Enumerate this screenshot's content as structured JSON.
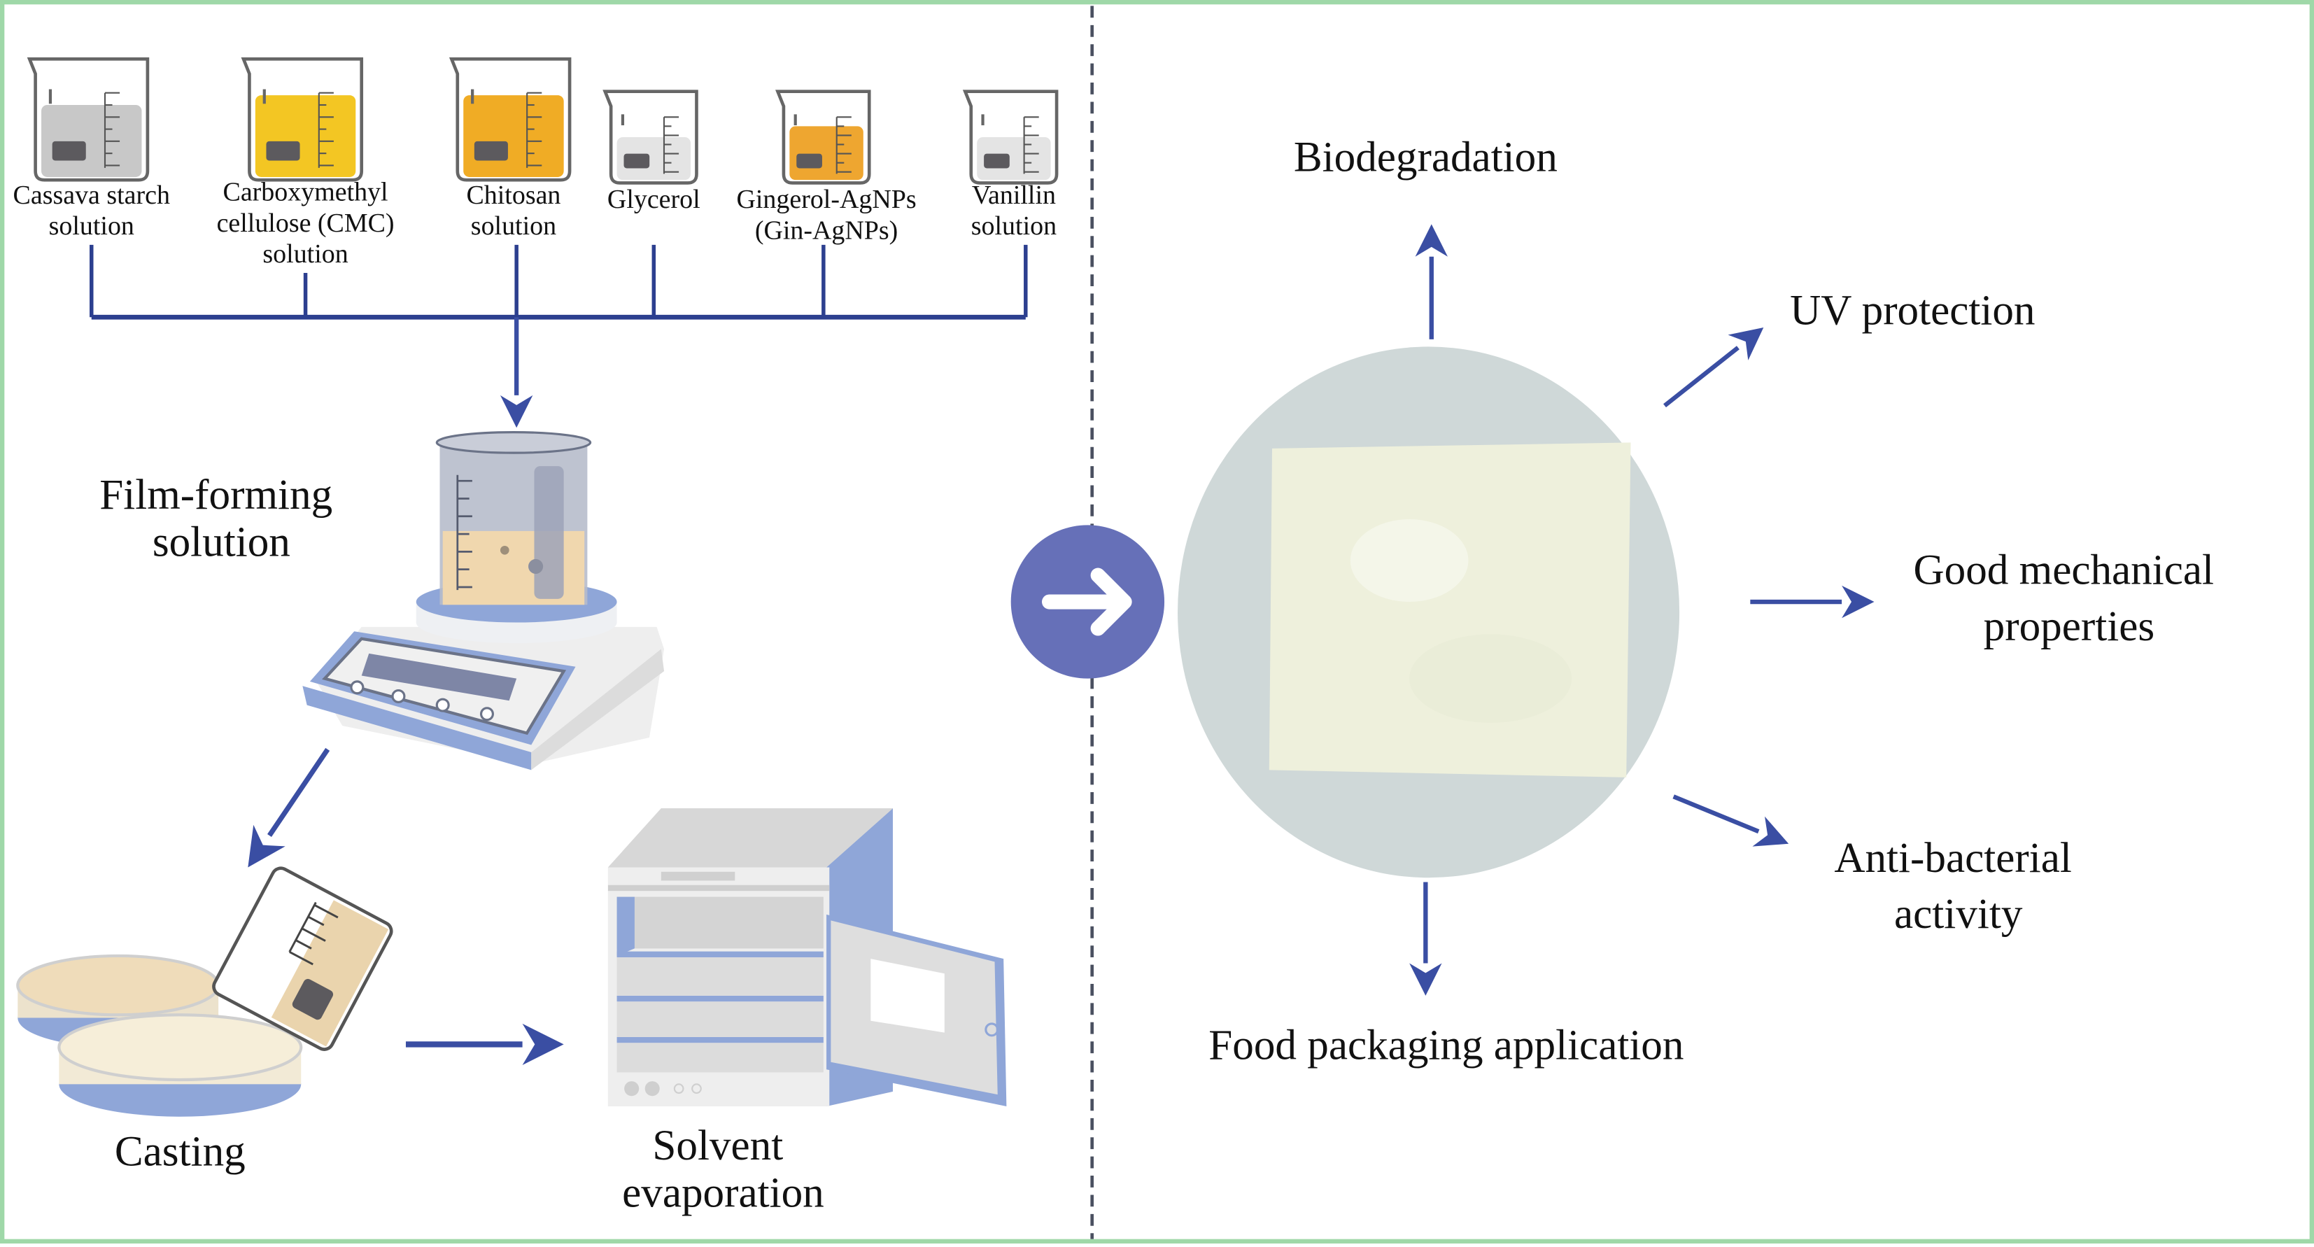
{
  "figure": {
    "type": "process-schematic",
    "colors": {
      "border": "#9fd8a8",
      "arrow": "#3a4ea3",
      "connector": "#2c3f8f",
      "divider": "#4a5060",
      "center_button": "#6670b8",
      "film_backdrop": "#cfd8d8",
      "film_sheet": "#eef0dc"
    }
  },
  "left_panel": {
    "ingredients": [
      {
        "label_lines": [
          "Cassava starch",
          "solution"
        ],
        "liquid_color": "#c8c8c8",
        "liquid_level": 0.62
      },
      {
        "label_lines": [
          "Carboxymethyl",
          "cellulose (CMC)",
          "solution"
        ],
        "liquid_color": "#f3c623",
        "liquid_level": 0.7
      },
      {
        "label_lines": [
          "Chitosan",
          "solution"
        ],
        "liquid_color": "#f0ac25",
        "liquid_level": 0.7
      },
      {
        "label_lines": [
          "Glycerol"
        ],
        "liquid_color": "#e4e4e4",
        "liquid_level": 0.5
      },
      {
        "label_lines": [
          "Gingerol-AgNPs",
          "(Gin-AgNPs)"
        ],
        "liquid_color": "#eea630",
        "liquid_level": 0.62
      },
      {
        "label_lines": [
          "Vanillin",
          "solution"
        ],
        "liquid_color": "#e4e4e4",
        "liquid_level": 0.5
      }
    ],
    "steps": {
      "film_forming": [
        "Film-forming",
        "solution"
      ],
      "casting": [
        "Casting"
      ],
      "solvent_evaporation": [
        "Solvent",
        "evaporation"
      ]
    }
  },
  "center": {
    "transition_icon": "arrow-right-icon"
  },
  "right_panel": {
    "product": "film-sample-photo",
    "properties": [
      {
        "id": "biodegradation",
        "label_lines": [
          "Biodegradation"
        ],
        "direction": "up"
      },
      {
        "id": "uv",
        "label_lines": [
          "UV protection"
        ],
        "direction": "up-right"
      },
      {
        "id": "mechanical",
        "label_lines": [
          "Good mechanical",
          "properties"
        ],
        "direction": "right"
      },
      {
        "id": "antibacterial",
        "label_lines": [
          "Anti-bacterial",
          "activity"
        ],
        "direction": "down-right"
      },
      {
        "id": "food_packaging",
        "label_lines": [
          "Food packaging application"
        ],
        "direction": "down"
      }
    ]
  }
}
